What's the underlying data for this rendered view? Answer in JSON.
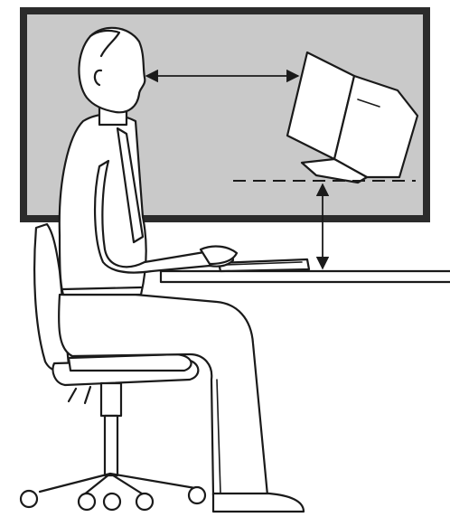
{
  "figure": {
    "subject": "ergonomic-workstation",
    "colors": {
      "screen_zone": "#c9c9c9",
      "zone_border": "#2b2b2b",
      "line": "#1a1a1a",
      "paper": "#ffffff"
    },
    "icons": {
      "viewing_distance": "double-arrow-horizontal",
      "desk_to_monitor_height": "double-arrow-vertical",
      "monitor_base_level": "dashed-line"
    }
  }
}
